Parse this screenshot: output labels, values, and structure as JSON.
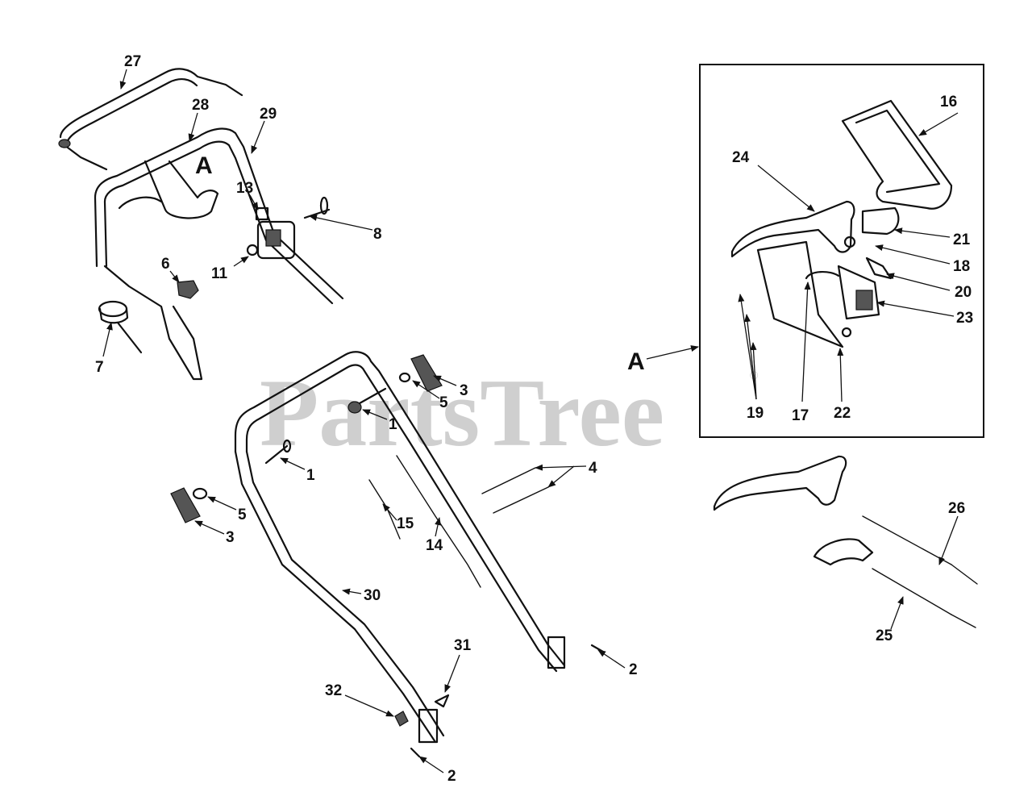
{
  "watermark": "PartsTree",
  "watermark_mark": "®",
  "callouts": {
    "c1a": "1",
    "c1b": "1",
    "c2a": "2",
    "c2b": "2",
    "c3a": "3",
    "c3b": "3",
    "c4": "4",
    "c5a": "5",
    "c5b": "5",
    "c6": "6",
    "c7": "7",
    "c8": "8",
    "c11": "11",
    "c13": "13",
    "c14": "14",
    "c15": "15",
    "c16": "16",
    "c17": "17",
    "c18": "18",
    "c19": "19",
    "c20": "20",
    "c21": "21",
    "c22": "22",
    "c23": "23",
    "c24": "24",
    "c25": "25",
    "c26": "26",
    "c27": "27",
    "c28": "28",
    "c29": "29",
    "c30": "30",
    "c31": "31",
    "c32": "32"
  },
  "detail_marker": "A",
  "detail_marker_ref": "A"
}
